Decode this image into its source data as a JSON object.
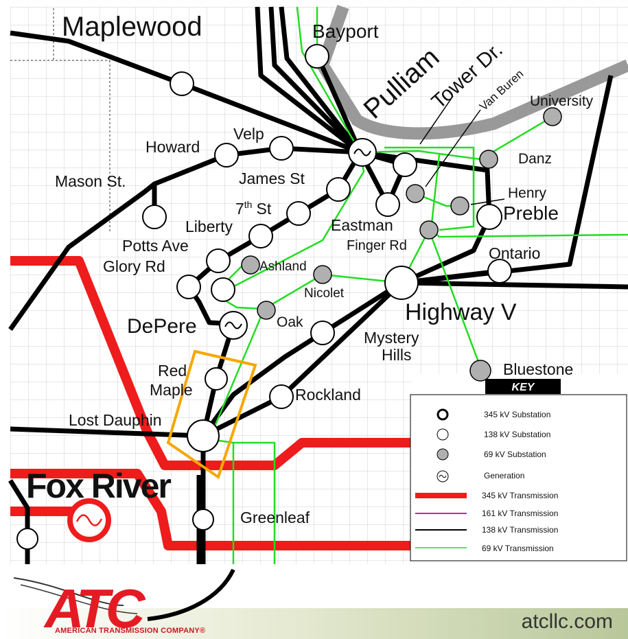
{
  "map": {
    "areas": {
      "maplewood": "Maplewood",
      "fox_river": "Fox River"
    },
    "roads": {
      "pulliam": "Pulliam",
      "tower_dr": "Tower Dr."
    },
    "substations": {
      "bayport": "Bayport",
      "van_buren": "Van Buren",
      "university": "University",
      "howard": "Howard",
      "velp": "Velp",
      "danz": "Danz",
      "mason_st": "Mason St.",
      "james_st": "James St",
      "henry": "Henry",
      "preble": "Preble",
      "seventh_st_num": "7",
      "seventh_st_sup": "th",
      "seventh_st_rest": "St",
      "liberty": "Liberty",
      "eastman": "Eastman",
      "finger_rd": "Finger Rd",
      "potts_ave": "Potts Ave",
      "ontario": "Ontario",
      "glory_rd": "Glory Rd",
      "ashland": "Ashland",
      "nicolet": "Nicolet",
      "highway_v": "Highway V",
      "depere": "DePere",
      "oak": "Oak",
      "mystery_hills_1": "Mystery",
      "mystery_hills_2": "Hills",
      "bluestone": "Bluestone",
      "red_maple_1": "Red",
      "red_maple_2": "Maple",
      "rockland": "Rockland",
      "lost_dauphin": "Lost Dauphin",
      "greenleaf": "Greenleaf"
    },
    "colors": {
      "t345": "#ee1c1c",
      "t161": "#cc2299",
      "t138": "#000000",
      "t69": "#22dd22",
      "road": "#999999",
      "highlight": "#f5a800",
      "sub69": "#b0b0b0"
    }
  },
  "key": {
    "title": "KEY",
    "items": [
      {
        "icon": "345-substation",
        "label": "345 kV Substation"
      },
      {
        "icon": "138-substation",
        "label": "138 kV Substation"
      },
      {
        "icon": "69-substation",
        "label": "69 kV Substation"
      },
      {
        "icon": "generation",
        "label": "Generation"
      },
      {
        "icon": "345-line",
        "label": "345 kV Transmission"
      },
      {
        "icon": "161-line",
        "label": "161 kV  Transmission"
      },
      {
        "icon": "138-line",
        "label": "138 kV  Transmission"
      },
      {
        "icon": "69-line",
        "label": "69 kV Transmission"
      }
    ]
  },
  "footer": {
    "logo_text": "ATC",
    "company": "AMERICAN TRANSMISSION COMPANY®",
    "website": "atcllc.com"
  }
}
